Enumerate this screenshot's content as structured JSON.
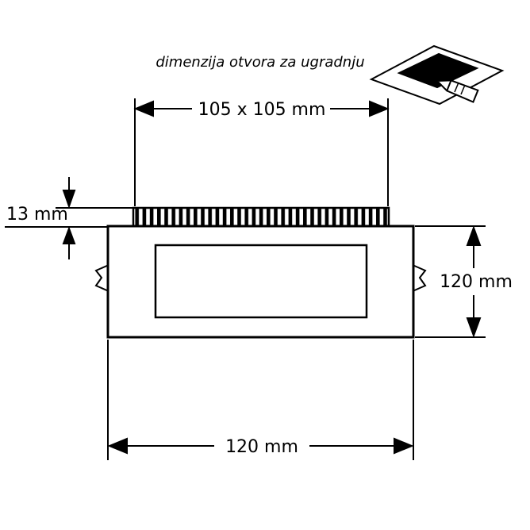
{
  "title": "dimenzija otvora za ugradnju",
  "dimensions": {
    "cutout": "105 x 105 mm",
    "depth": "13 mm",
    "height": "120 mm",
    "width": "120 mm"
  },
  "colors": {
    "ink": "#000000",
    "background": "#ffffff"
  }
}
